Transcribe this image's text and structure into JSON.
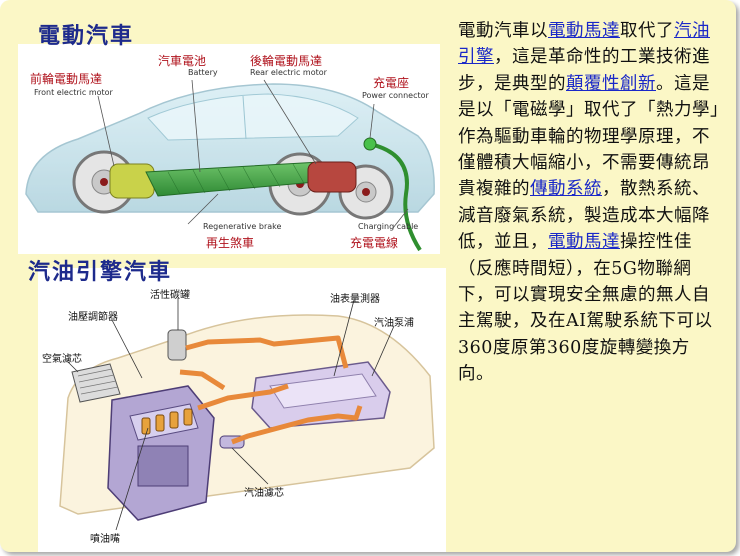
{
  "ev": {
    "title": "電動汽車",
    "labels": {
      "front_motor_zh": "前輪電動馬達",
      "front_motor_en": "Front electric motor",
      "battery_zh": "汽車電池",
      "battery_en": "Battery",
      "rear_motor_zh": "後輪電動馬達",
      "rear_motor_en": "Rear electric motor",
      "connector_zh": "充電座",
      "connector_en": "Power connector",
      "brake_en": "Regenerative brake",
      "brake_zh": "再生煞車",
      "cable_en": "Charging cable",
      "cable_zh": "充電電線"
    }
  },
  "ice": {
    "title": "汽油引擎汽車",
    "labels": {
      "carbon_canister": "活性碳罐",
      "fuel_gauge": "油表量測器",
      "pressure_regulator": "油壓調節器",
      "fuel_pump": "汽油泵浦",
      "air_filter": "空氣濾芯",
      "fuel_filter": "汽油濾芯",
      "injector": "噴油嘴"
    }
  },
  "text": {
    "s1": "電動汽車以",
    "l1": "電動馬達",
    "s2": "取代了",
    "l2": "汽油引擎",
    "s3": "，這是革命性的工業技術進步，是典型的",
    "l3": "顛覆性創新",
    "s4": "。這是是以「電磁學」取代了「熱力學」作為驅動車輪的物理學原理，不僅體積大幅縮小，不需要傳統昂貴複雜的",
    "l4": "傳動系統",
    "s5": "，散熱系統、減音廢氣系統，製造成本大幅降低，並且，",
    "l5": "電動馬達",
    "s6": "操控性佳（反應時間短），在5G物聯網下，可以實現安全無慮的無人自主駕駛，及在AI駕駛系統下可以360度原第360度旋轉變換方向。"
  }
}
